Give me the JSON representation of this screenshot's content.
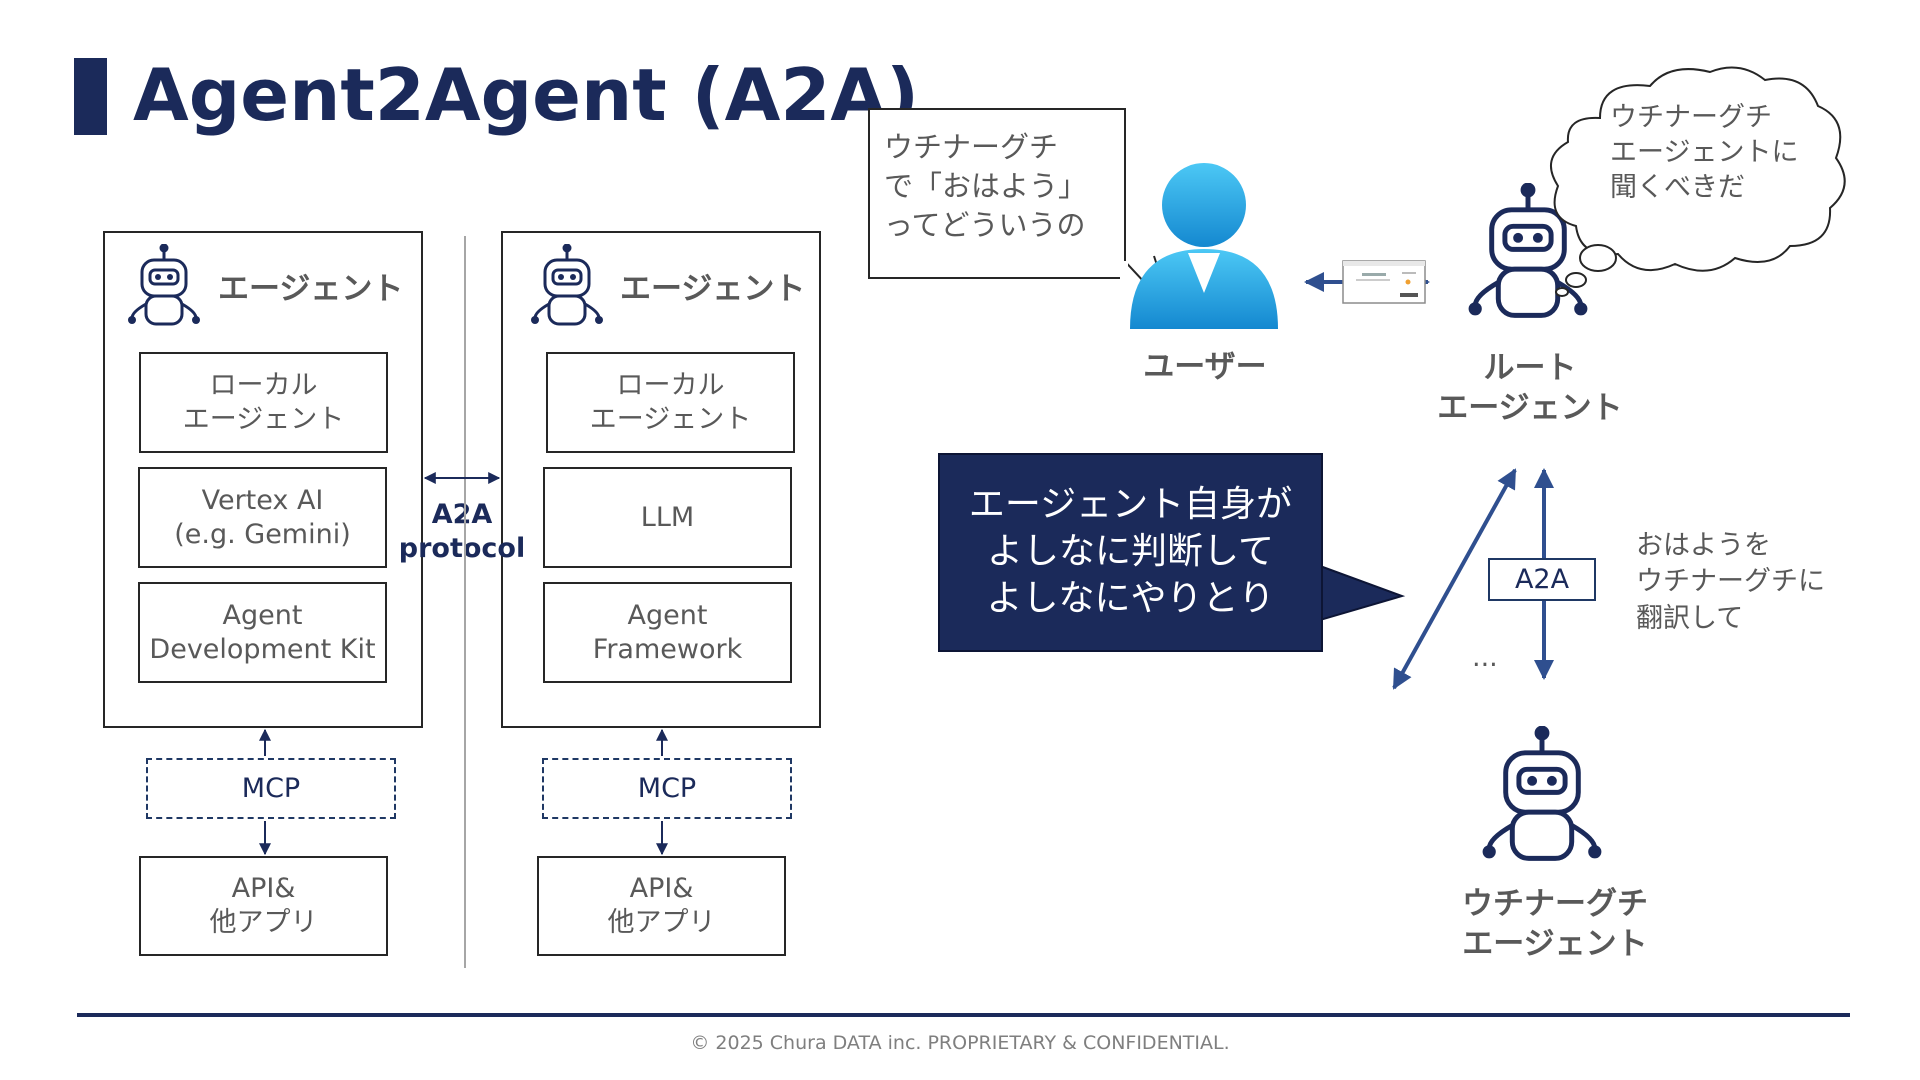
{
  "title": "Agent2Agent (A2A)",
  "left_agent": {
    "label": "エージェント",
    "components": [
      "ローカル\nエージェント",
      "Vertex AI\n(e.g. Gemini)",
      "Agent\nDevelopment Kit"
    ],
    "mcp": "MCP",
    "api": "API&\n他アプリ"
  },
  "right_agent": {
    "label": "エージェント",
    "components": [
      "ローカル\nエージェント",
      "LLM",
      "Agent\nFramework"
    ],
    "mcp": "MCP",
    "api": "API&\n他アプリ"
  },
  "protocol_label": "A2A\nprotocol",
  "user_speech": "ウチナーグチ\nで「おはよう」\nってどういうの",
  "user_label": "ユーザー",
  "root_agent_label": "ルート\nエージェント",
  "thought": "ウチナーグチ\nエージェントに\n聞くべきだ",
  "callout": "エージェント自身が\nよしなに判断して\nよしなにやりとり",
  "a2a_tag": "A2A",
  "ellipsis": "...",
  "request_note": "おはようを\nウチナーグチに\n翻訳して",
  "uchina_agent_label": "ウチナーグチ\nエージェント",
  "footer": "© 2025 Chura DATA inc. PROPRIETARY & CONFIDENTIAL.",
  "icons": [
    "robot-icon",
    "user-icon",
    "thought-cloud-icon",
    "screenshot-thumbnail-icon"
  ],
  "colors": {
    "navy": "#1b2a5a",
    "arrow": "#2f4f8f",
    "user_blue": "#1ea0e0",
    "text_gray": "#595959"
  }
}
